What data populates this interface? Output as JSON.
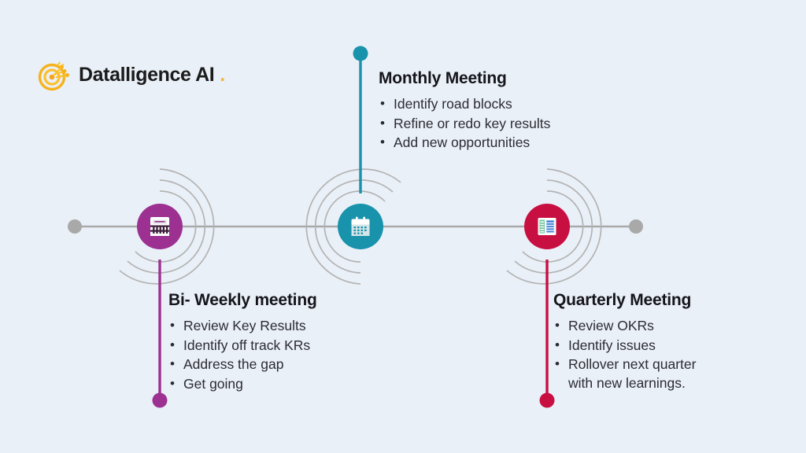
{
  "brand": {
    "name": "Datalligence AI",
    "trailing_dot": ".",
    "logo_icon": "target-dart-icon",
    "logo_color": "#f6b21b",
    "text_color": "#1b1b1b"
  },
  "canvas": {
    "background_color": "#eaf0f8",
    "axis_color": "#a8a8a8",
    "ring_color": "#b0b0b0"
  },
  "timeline": {
    "axis_label": "meeting-cadence-timeline",
    "start_cap": "timeline-start-dot",
    "end_cap": "timeline-end-dot",
    "nodes": [
      {
        "id": "biweekly",
        "title": "Bi- Weekly meeting",
        "color": "#9c3191",
        "icon": "spreadsheet-icon",
        "direction": "below",
        "items": [
          "Review Key Results",
          "Identify off track KRs",
          "Address the gap",
          "Get going"
        ]
      },
      {
        "id": "monthly",
        "title": "Monthly Meeting",
        "color": "#1893ab",
        "icon": "calendar-icon",
        "direction": "above",
        "items": [
          "Identify road blocks",
          "Refine or redo key results",
          "Add new opportunities"
        ]
      },
      {
        "id": "quarterly",
        "title": "Quarterly Meeting",
        "color": "#c80f42",
        "icon": "report-list-icon",
        "direction": "below",
        "items": [
          "Review OKRs",
          "Identify issues",
          "Rollover next quarter\nwith new learnings."
        ]
      }
    ]
  }
}
